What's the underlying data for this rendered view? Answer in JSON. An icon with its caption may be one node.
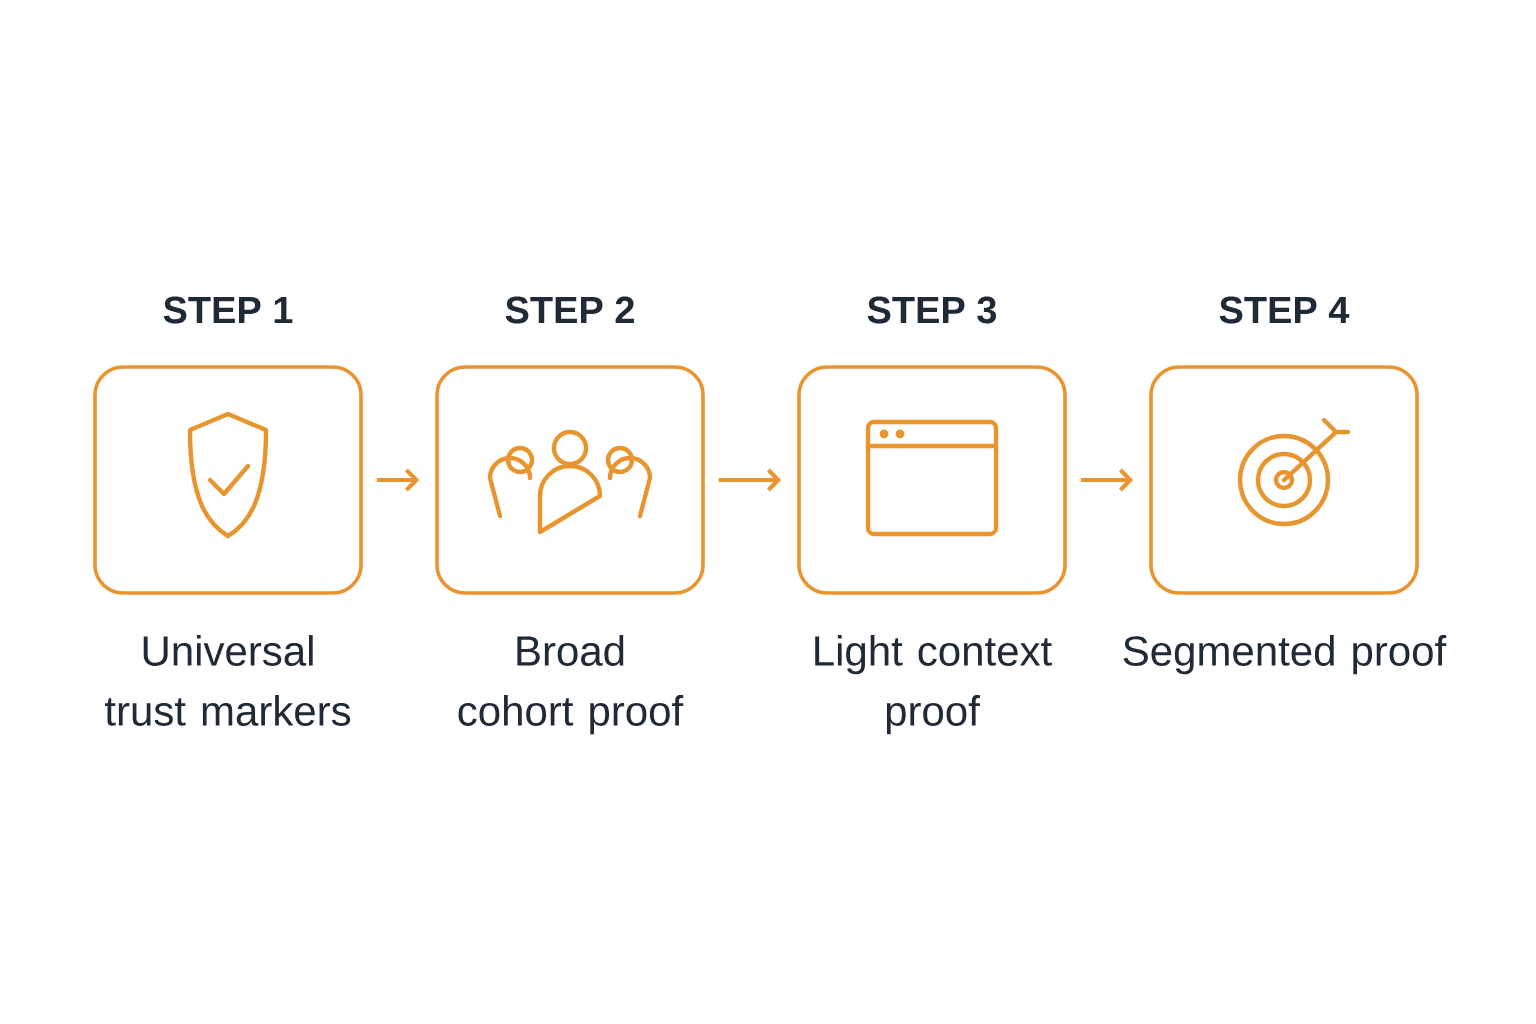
{
  "diagram": {
    "nodes": [
      {
        "text": [
          "STEP 1"
        ],
        "beside": [
          "Universal trust markers"
        ]
      },
      {
        "text": [
          "STEP 2"
        ],
        "beside": [
          "Broad cohort proof"
        ]
      },
      {
        "text": [
          "STEP 3"
        ],
        "beside": [
          "Light context proof"
        ]
      },
      {
        "text": [
          "STEP 4"
        ],
        "beside": [
          "Segmented proof"
        ]
      }
    ],
    "edges": [
      {
        "from": 0,
        "to": 1,
        "arrow": "to"
      },
      {
        "from": 1,
        "to": 2,
        "arrow": "to"
      },
      {
        "from": 2,
        "to": 3,
        "arrow": "to"
      }
    ]
  }
}
